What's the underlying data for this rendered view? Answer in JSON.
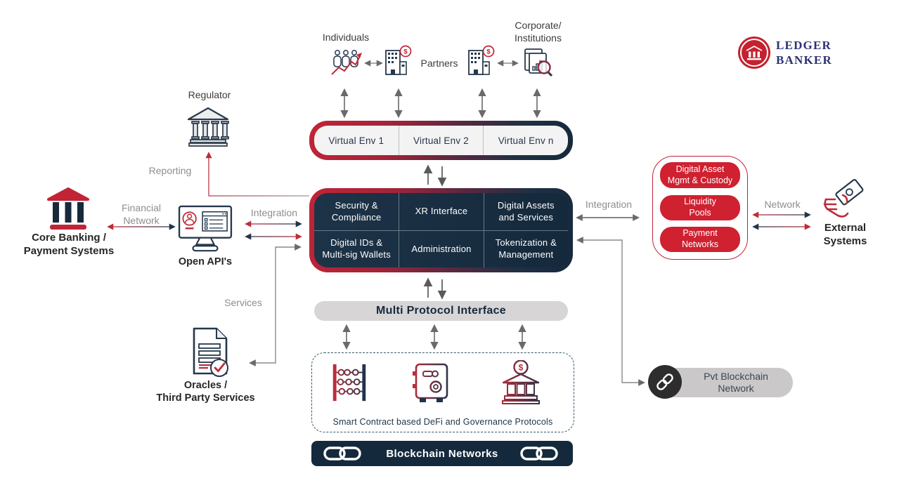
{
  "colors": {
    "accent_red": "#c12437",
    "navy": "#15293c",
    "pill_red": "#cf2130",
    "gray_text": "#8e8e8e",
    "light_gray_pill": "#d7d5d6"
  },
  "logo": {
    "name_line1": "LEDGER",
    "name_line2": "BANKER"
  },
  "actors": {
    "individuals": "Individuals",
    "partners": "Partners",
    "corporate": "Corporate/\nInstitutions"
  },
  "virtual_envs": [
    "Virtual Env 1",
    "Virtual Env 2",
    "Virtual Env n"
  ],
  "core_platform": {
    "cells": [
      "Security &\nCompliance",
      "XR Interface",
      "Digital Assets\nand Services",
      "Digital IDs &\nMulti-sig Wallets",
      "Administration",
      "Tokenization &\nManagement"
    ]
  },
  "multi_protocol": {
    "label": "Multi Protocol Interface"
  },
  "defi_box": {
    "caption": "Smart Contract based DeFi and Governance Protocols"
  },
  "blockchain_bar": {
    "label": "Blockchain Networks"
  },
  "left": {
    "regulator": "Regulator",
    "reporting": "Reporting",
    "financial_network": "Financial\nNetwork",
    "core_banking": "Core Banking /\nPayment Systems",
    "open_apis": "Open API's",
    "integration": "Integration",
    "services": "Services",
    "oracles": "Oracles /\nThird Party Services"
  },
  "right": {
    "integration": "Integration",
    "service_pills": [
      "Digital Asset\nMgmt & Custody",
      "Liquidity\nPools",
      "Payment\nNetworks"
    ],
    "network": "Network",
    "external_systems": "External\nSystems",
    "pvt_blockchain": "Pvt Blockchain\nNetwork"
  }
}
